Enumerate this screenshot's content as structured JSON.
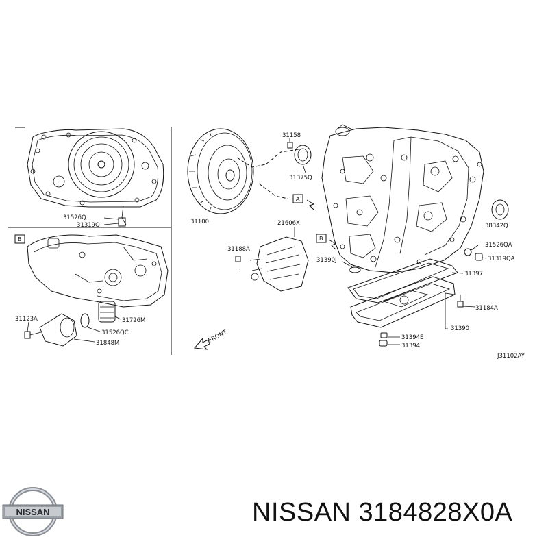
{
  "diagram": {
    "sections": {
      "a": "A",
      "b": "B"
    },
    "parts": {
      "p31526q": "31526Q",
      "p31319q": "31319Q",
      "p31123a": "31123A",
      "p31726m": "31726M",
      "p31526qc": "31526QC",
      "p31848m": "31848M",
      "p31158": "31158",
      "p31375q": "31375Q",
      "p31100": "31100",
      "p21606x": "21606X",
      "p31188a": "31188A",
      "p31390j": "31390J",
      "p38342q": "38342Q",
      "p31526qa": "31526QA",
      "p31319qa": "31319QA",
      "p31397": "31397",
      "p31184a": "31184A",
      "p31390": "31390",
      "p31394e": "31394E",
      "p31394": "31394"
    },
    "front_label": "FRONT",
    "diagram_code": "J31102AY"
  },
  "footer": {
    "brand_logo_text": "NISSAN",
    "part_code": "NISSAN 3184828X0A"
  }
}
